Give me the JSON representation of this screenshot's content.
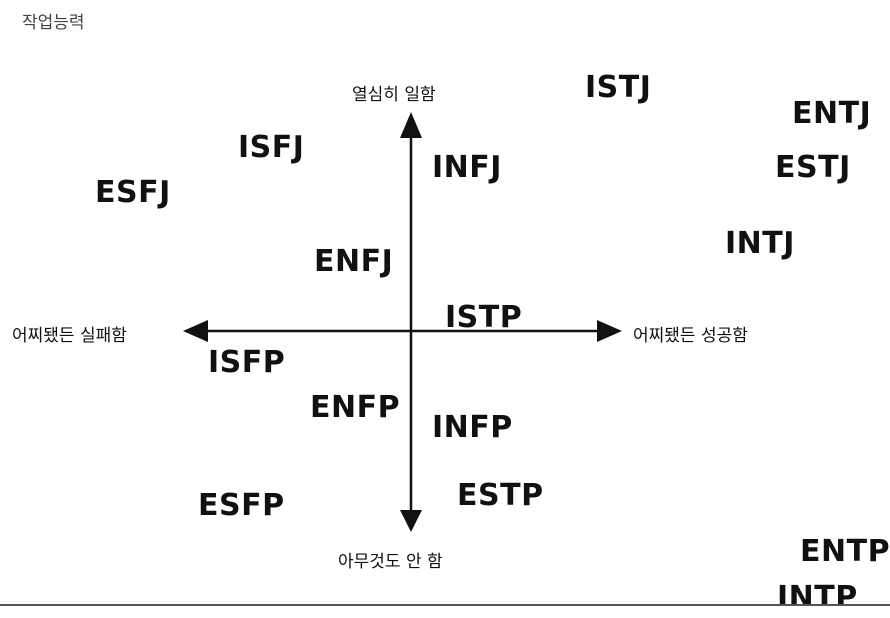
{
  "title": "작업능력",
  "axes": {
    "top": "열심히 일함",
    "bottom": "아무것도 안 함",
    "left": "어찌됐든 실패함",
    "right": "어찌됐든 성공함"
  },
  "types": {
    "istj": "ISTJ",
    "entj": "ENTJ",
    "estj": "ESTJ",
    "isfj": "ISFJ",
    "infj": "INFJ",
    "esfj": "ESFJ",
    "intj": "INTJ",
    "enfj": "ENFJ",
    "istp": "ISTP",
    "isfp": "ISFP",
    "enfp": "ENFP",
    "infp": "INFP",
    "esfp": "ESFP",
    "estp": "ESTP",
    "entp": "ENTP",
    "intp": "INTP"
  }
}
